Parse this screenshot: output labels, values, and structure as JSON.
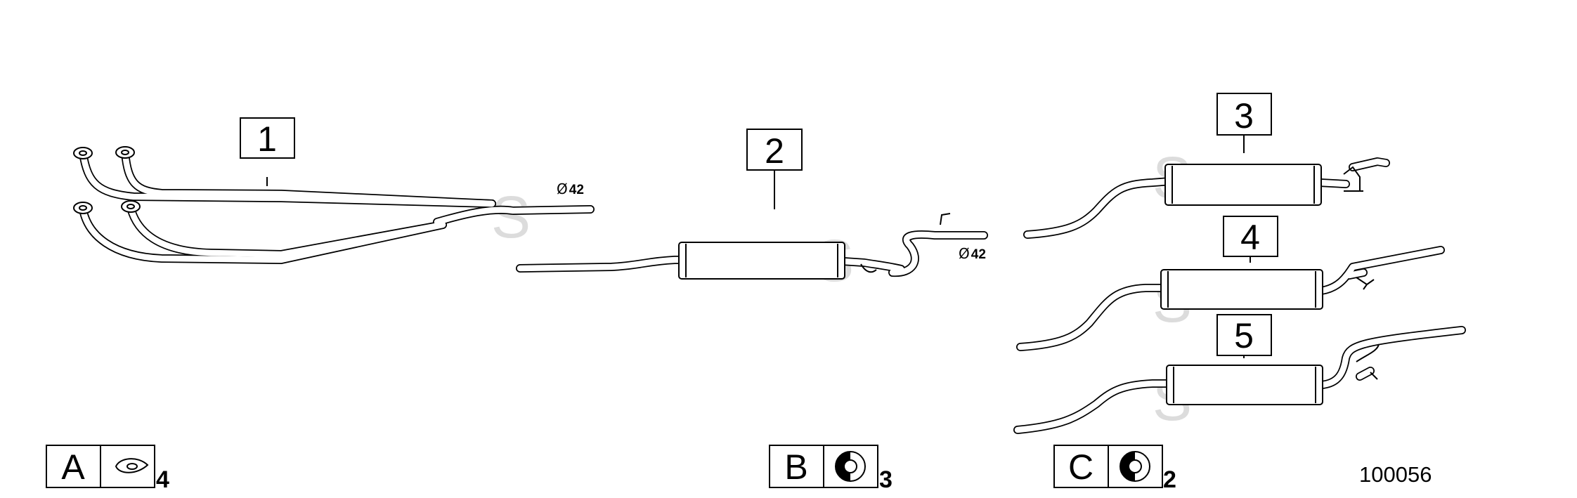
{
  "callouts": {
    "part_1": "1",
    "part_2": "2",
    "part_3": "3",
    "part_4": "4",
    "part_5": "5"
  },
  "diameter_symbol": "Ø",
  "diameters": {
    "front_pipe": "42",
    "middle_silencer": "42"
  },
  "accessories": [
    {
      "letter": "A",
      "quantity": "4"
    },
    {
      "letter": "B",
      "quantity": "3"
    },
    {
      "letter": "C",
      "quantity": "2"
    }
  ],
  "watermark": "S",
  "reference_number": "100056"
}
